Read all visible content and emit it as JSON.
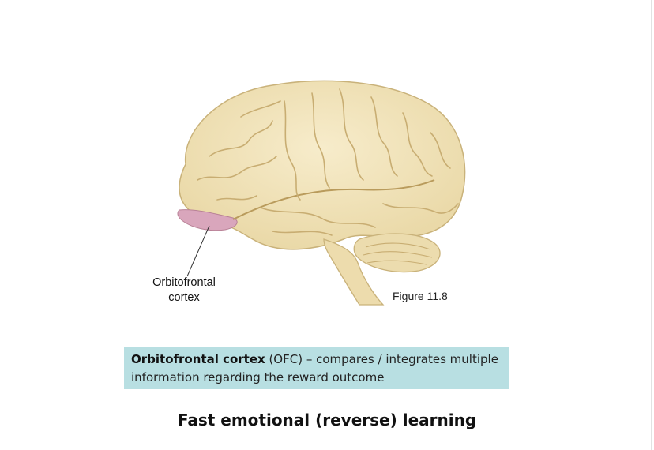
{
  "figure": {
    "ofc_label_line1": "Orbitofrontal",
    "ofc_label_line2": "cortex",
    "figure_number": "Figure 11.8"
  },
  "callout": {
    "term": "Orbitofrontal cortex",
    "text_after_term": " (OFC) –  compares / integrates multiple",
    "line2": "information regarding the reward outcome"
  },
  "footer_title": "Fast emotional (reverse) learning",
  "colors": {
    "brain": "#f2e5bf",
    "ofc_highlight": "#d9a6bc",
    "callout_bg": "#b8dfe2"
  }
}
